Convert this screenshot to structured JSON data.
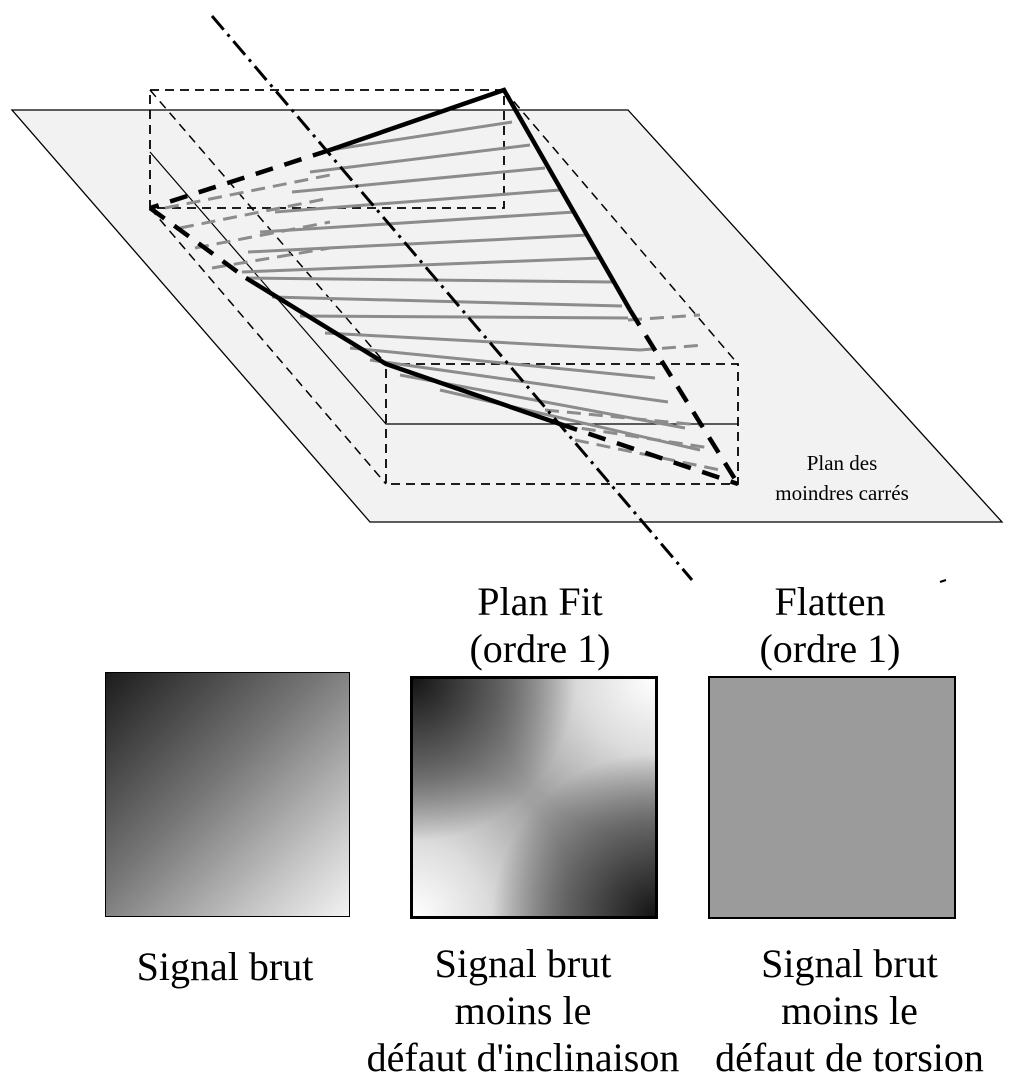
{
  "plane_label": {
    "line1": "Plan des",
    "line2": "moindres carrés"
  },
  "headers": {
    "planfit_title": "Plan Fit",
    "planfit_order": "(ordre 1)",
    "flatten_title": "Flatten",
    "flatten_order": "(ordre 1)"
  },
  "captions": {
    "raw": "Signal brut",
    "planfit": {
      "line1": "Signal brut",
      "line2": "moins le",
      "line3": "défaut d'inclinaison"
    },
    "flatten": {
      "line1": "Signal brut",
      "line2": "moins le",
      "line3": "défaut de torsion"
    }
  },
  "colors": {
    "plane_fill": "#f2f2f2",
    "gray_lines": "#8c8c8c",
    "flat_gray": "#9b9b9b"
  }
}
